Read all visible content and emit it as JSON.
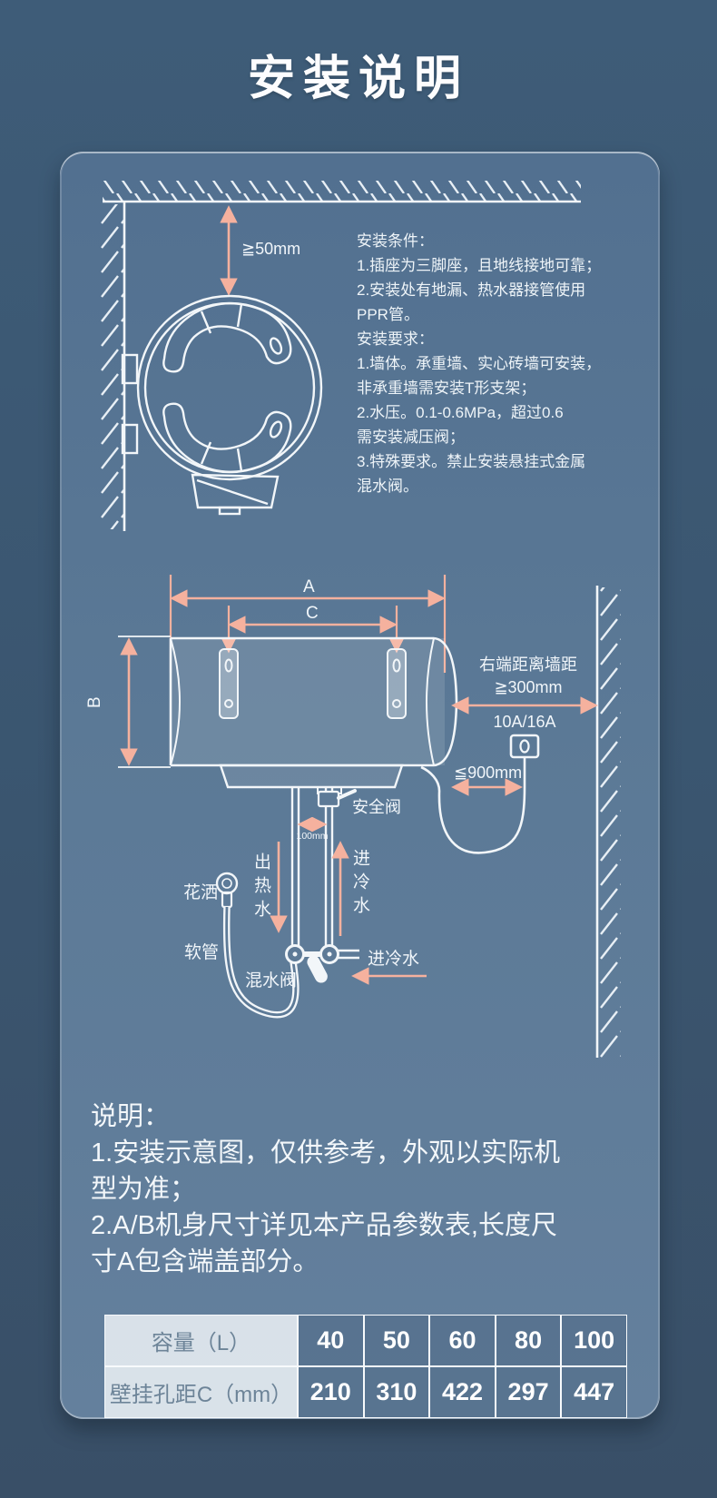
{
  "title": "安装说明",
  "colors": {
    "page_bg": "#3d5a76",
    "panel_bg": "#5b7996",
    "line_white": "#f2f6f9",
    "dimension_arrow": "#f5b19e",
    "table_label_text": "#6d8498"
  },
  "top_view": {
    "clearance": "≧50mm"
  },
  "install_text": {
    "lines": [
      "安装条件：",
      "1.插座为三脚座，且地线接地可靠；",
      "2.安装处有地漏、热水器接管使用",
      "PPR管。",
      "安装要求：",
      "1.墙体。承重墙、实心砖墙可安装，",
      "非承重墙需安装T形支架；",
      "2.水压。0.1-0.6MPa，超过0.6",
      "需安装减压阀；",
      "3.特殊要求。禁止安装悬挂式金属",
      "混水阀。"
    ]
  },
  "side_view": {
    "dim_a": "A",
    "dim_b": "B",
    "dim_c": "C",
    "wall_gap_line1": "右端距离墙距",
    "wall_gap_line2": "≧300mm",
    "socket": "10A/16A",
    "socket_distance": "≦900mm",
    "safety_valve": "安全阀",
    "pipe_gap": "100mm",
    "hot_water_out": "出热水",
    "cold_water_in": "进冷水",
    "shower": "花洒",
    "hose": "软管",
    "mixing_valve": "混水阀",
    "cold_inlet": "进冷水"
  },
  "notes": {
    "lines": [
      "说明：",
      "1.安装示意图，仅供参考，外观以实际机",
      "型为准；",
      "2.A/B机身尺寸详见本产品参数表,长度尺",
      "寸A包含端盖部分。"
    ]
  },
  "spec_table": {
    "rows": [
      {
        "label": "容量（L）",
        "values": [
          "40",
          "50",
          "60",
          "80",
          "100"
        ]
      },
      {
        "label": "壁挂孔距C（mm）",
        "values": [
          "210",
          "310",
          "422",
          "297",
          "447"
        ]
      }
    ]
  }
}
